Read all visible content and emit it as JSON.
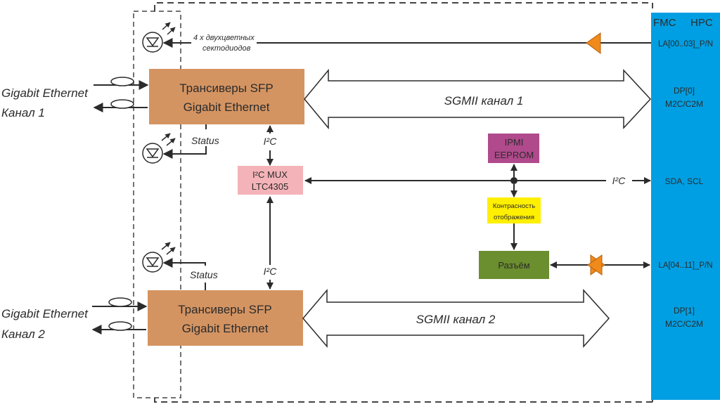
{
  "fmc": {
    "title_left": "FMC",
    "title_right": "HPC",
    "pins": {
      "la_leds": "LA[00..03]_P/N",
      "dp0_line1": "DP[0]",
      "dp0_line2": "M2C/C2M",
      "i2c": "SDA, SCL",
      "la_conn": "LA[04..11]_P/N",
      "dp1_line1": "DP[1]",
      "dp1_line2": "M2C/C2M"
    },
    "color": "#009fe3"
  },
  "leds": {
    "label_line1": "4 х двухцветных",
    "label_line2": "сектодиодов"
  },
  "channels": [
    {
      "port_line1": "Gigabit Ethernet",
      "port_line2": "Канал 1",
      "block_line1": "Трансиверы SFP",
      "block_line2": "Gigabit Ethernet",
      "status": "Status",
      "i2c": "I²C",
      "sgmii": "SGMII канал 1"
    },
    {
      "port_line1": "Gigabit Ethernet",
      "port_line2": "Канал 2",
      "block_line1": "Трансиверы SFP",
      "block_line2": "Gigabit Ethernet",
      "status": "Status",
      "i2c": "I²C",
      "sgmii": "SGMII канал 2"
    }
  ],
  "mux": {
    "line1": "I²C MUX",
    "line2": "LTC4305",
    "color": "#f4b3b8"
  },
  "eeprom": {
    "line1": "IPMI",
    "line2": "EEPROM",
    "color": "#b04a8c"
  },
  "contrast": {
    "line1": "Контрасность",
    "line2": "отображения",
    "color": "#ffef00"
  },
  "connector": {
    "label": "Разъём",
    "color": "#6b8e2e"
  },
  "bus_label": "I²C",
  "colors": {
    "sfp": "#d49462",
    "buffer": "#f08a1c",
    "line": "#2b2b2b"
  }
}
